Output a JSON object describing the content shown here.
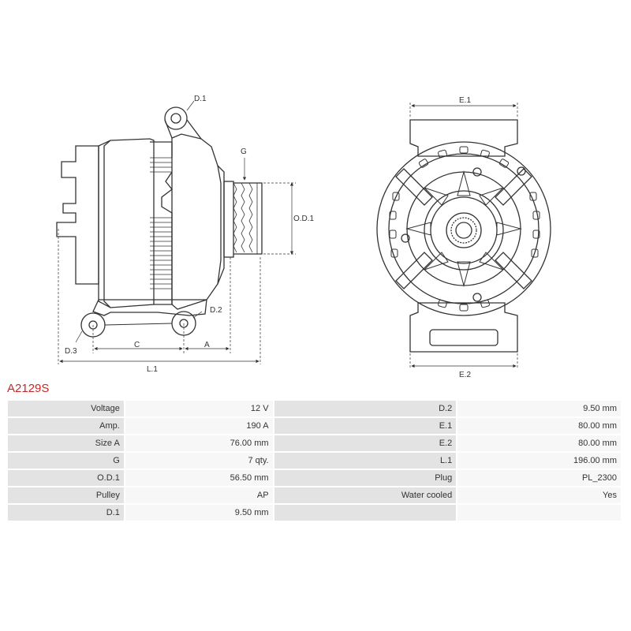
{
  "part_number": "A2129S",
  "drawing": {
    "side_view_labels": {
      "d1": "D.1",
      "g": "G",
      "od1": "O.D.1",
      "d2": "D.2",
      "d3": "D.3",
      "c": "C",
      "a": "A",
      "l1": "L.1"
    },
    "front_view_labels": {
      "e1": "E.1",
      "e2": "E.2"
    }
  },
  "specs": {
    "rows": [
      {
        "left_label": "Voltage",
        "left_value": "12 V",
        "right_label": "D.2",
        "right_value": "9.50 mm"
      },
      {
        "left_label": "Amp.",
        "left_value": "190 A",
        "right_label": "E.1",
        "right_value": "80.00 mm"
      },
      {
        "left_label": "Size A",
        "left_value": "76.00 mm",
        "right_label": "E.2",
        "right_value": "80.00 mm"
      },
      {
        "left_label": "G",
        "left_value": "7 qty.",
        "right_label": "L.1",
        "right_value": "196.00 mm"
      },
      {
        "left_label": "O.D.1",
        "left_value": "56.50 mm",
        "right_label": "Plug",
        "right_value": "PL_2300"
      },
      {
        "left_label": "Pulley",
        "left_value": "AP",
        "right_label": "Water cooled",
        "right_value": "Yes"
      },
      {
        "left_label": "D.1",
        "left_value": "9.50 mm",
        "right_label": "",
        "right_value": ""
      }
    ]
  }
}
